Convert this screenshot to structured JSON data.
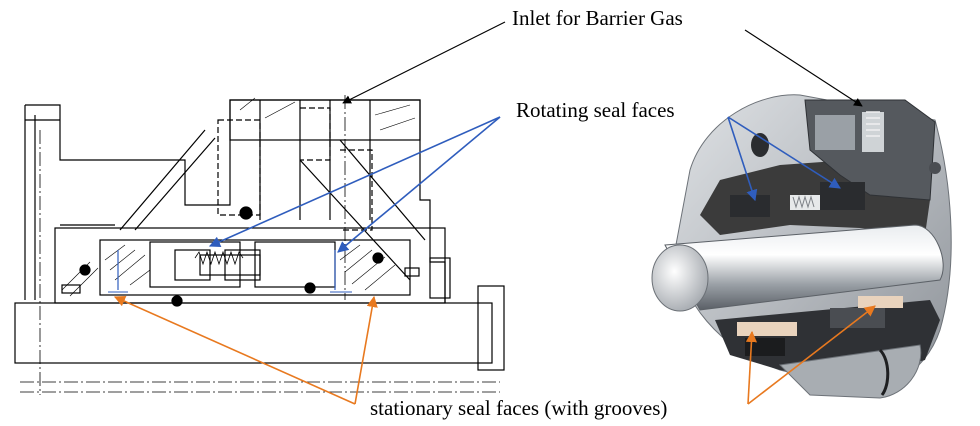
{
  "labels": {
    "inlet": "Inlet for Barrier Gas",
    "rotating": "Rotating seal faces",
    "stationary": "stationary seal faces (with grooves)"
  },
  "colors": {
    "rotating_arrow": "#2f5dbd",
    "stationary_arrow": "#e8791f",
    "line": "#000000",
    "steel_dark": "#3b3b3b",
    "steel_light": "#c9cccf",
    "face_ring": "#e9d3bd"
  }
}
